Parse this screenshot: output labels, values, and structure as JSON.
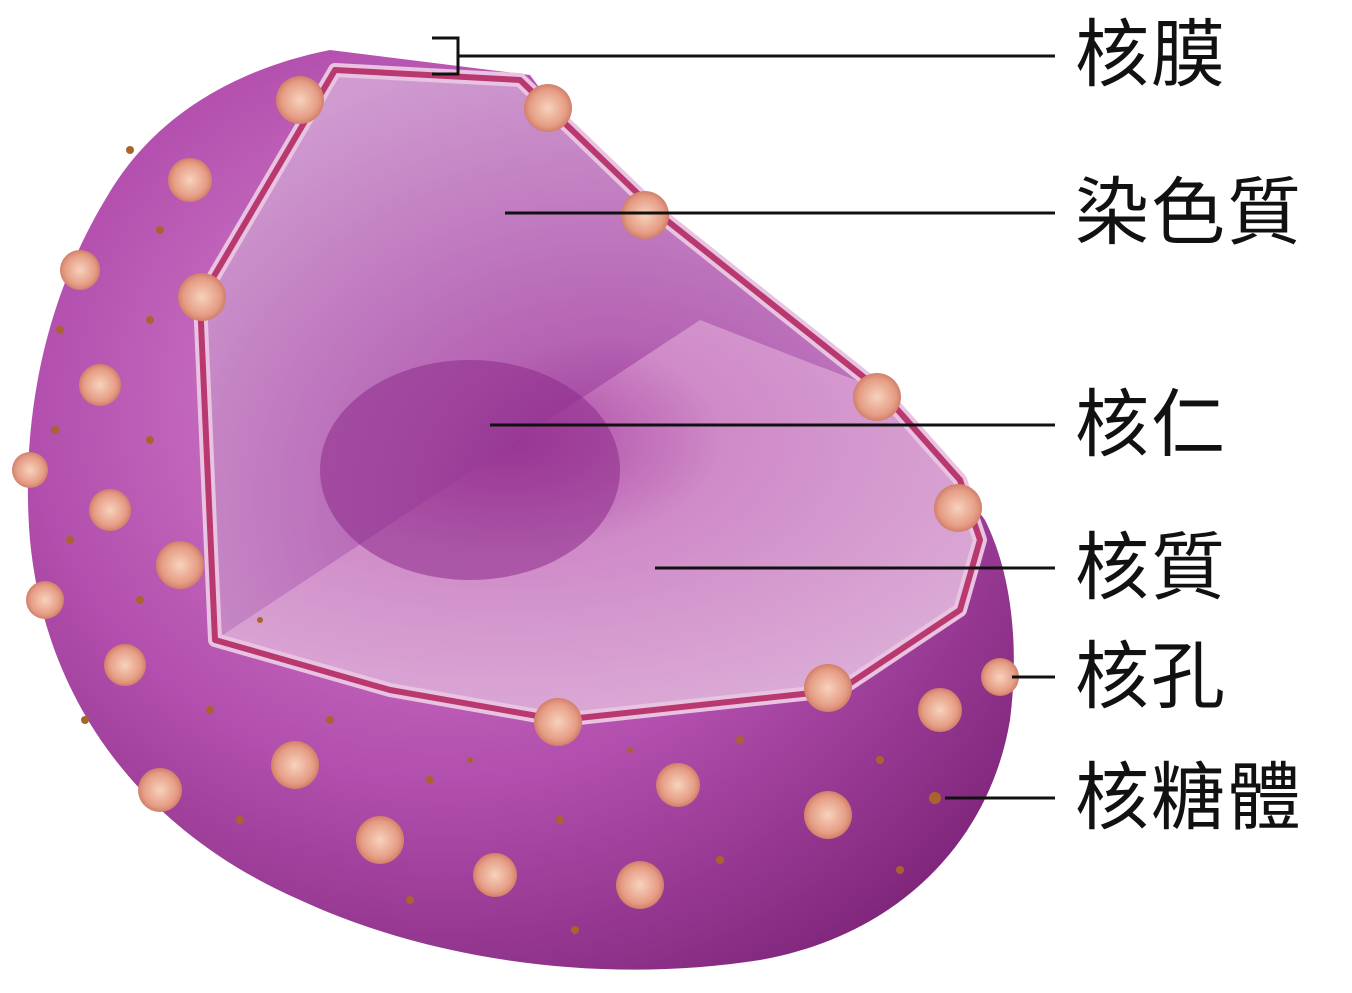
{
  "diagram": {
    "labels": {
      "nuclear_membrane": "核膜",
      "chromatin": "染色質",
      "nucleolus": "核仁",
      "nucleoplasm": "核質",
      "nuclear_pore": "核孔",
      "ribosome": "核糖體"
    }
  },
  "colors": {
    "outer_surface": "#a03c9b",
    "surface_light": "#d37fc9",
    "cut_face": "#c377c0",
    "nucleolus": "#8c2a8a",
    "membrane_red": "#b8386f",
    "pore": "#e6a48c",
    "ribosome_dot": "#a8642c",
    "leader_line": "#111111"
  }
}
